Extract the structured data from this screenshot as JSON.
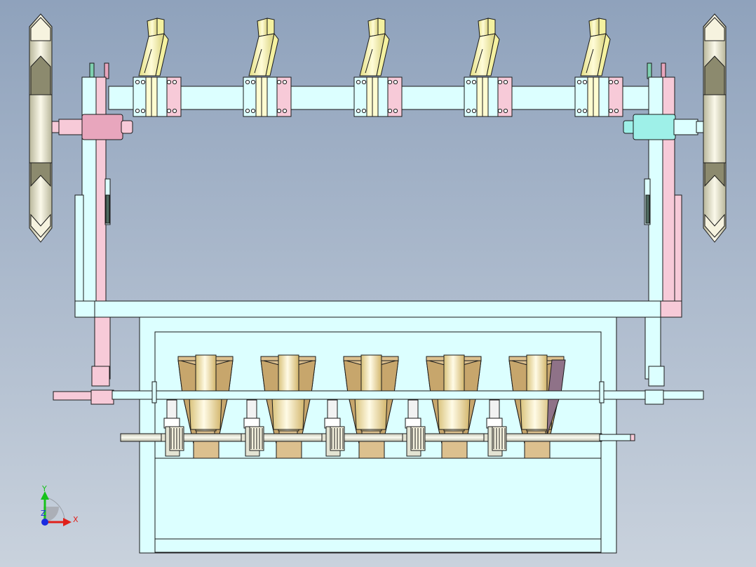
{
  "viewport": {
    "background_top": "#8fa2bc",
    "background_bottom": "#c9d2dd"
  },
  "colors": {
    "frame": "#dcffff",
    "pink": "#f7cad8",
    "pink_dark": "#e8a6bd",
    "cream": "#fffcd0",
    "cone": "#f4f1a0",
    "hopper": "#dcc08e",
    "hopper_dark": "#c7a66c",
    "shaft": "#e3e3d2",
    "wheel": "#f6f3df",
    "wheel_dark": "#8c8a6e",
    "dark_green": "#4f6a60",
    "mauve": "#8f7288"
  },
  "triad": {
    "x_label": "X",
    "y_label": "Y",
    "z_label": "Z",
    "x_color": "#e0201a",
    "y_color": "#16c21a",
    "z_color": "#1a2be0"
  }
}
